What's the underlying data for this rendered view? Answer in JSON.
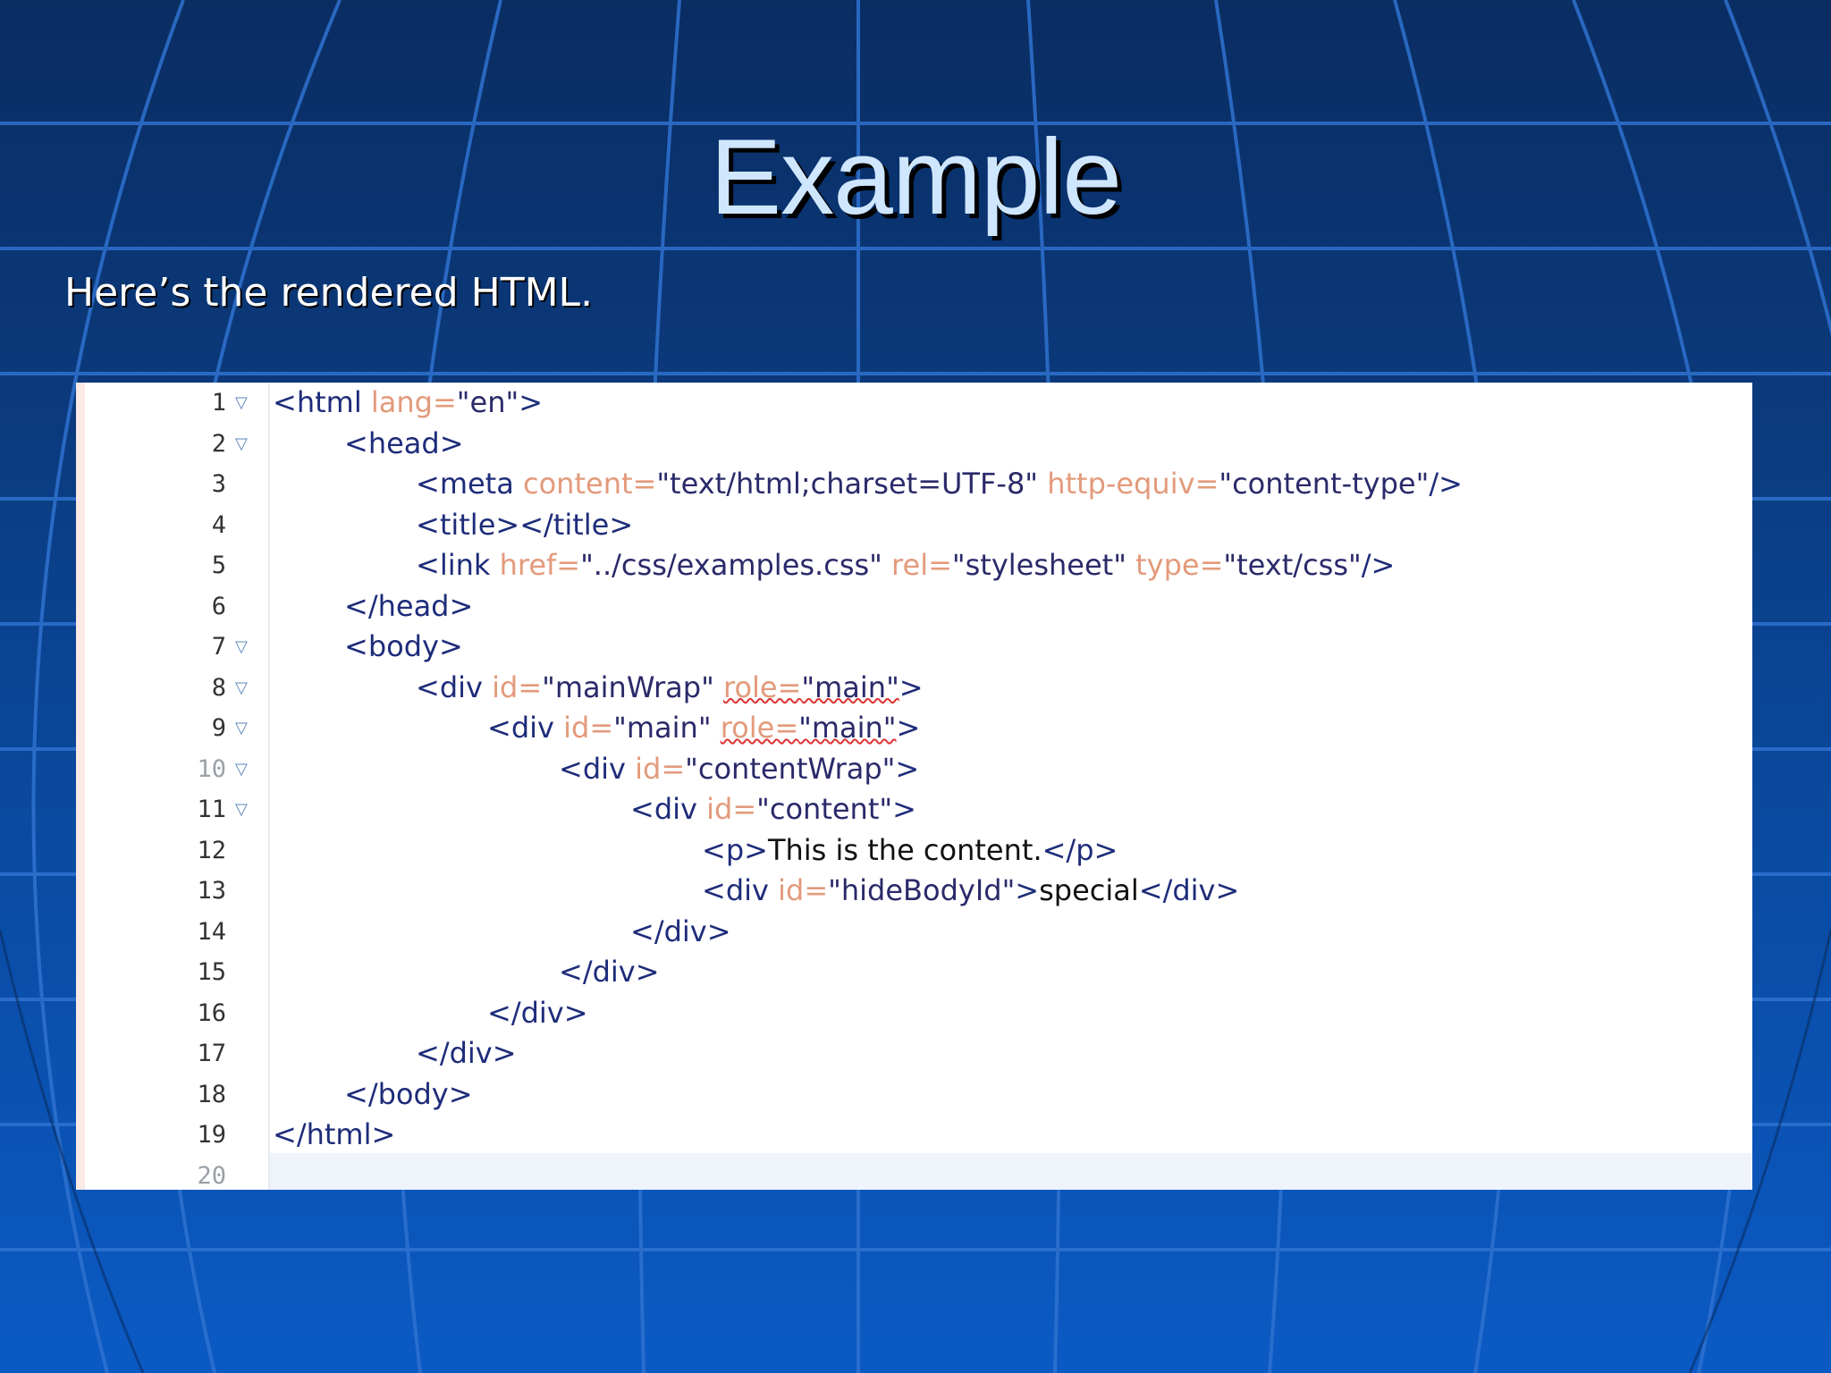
{
  "slide": {
    "title": "Example",
    "subtitle": "Here’s the rendered HTML."
  },
  "code_editor": {
    "lines": [
      {
        "number": "1",
        "indent": 0,
        "foldable": true,
        "tokens": [
          {
            "t": "tag",
            "v": "<html "
          },
          {
            "t": "attr",
            "v": "lang="
          },
          {
            "t": "val",
            "v": "\"en\""
          },
          {
            "t": "tag",
            "v": ">"
          }
        ]
      },
      {
        "number": "2",
        "indent": 1,
        "foldable": true,
        "tokens": [
          {
            "t": "tag",
            "v": "<head>"
          }
        ]
      },
      {
        "number": "3",
        "indent": 2,
        "foldable": false,
        "tokens": [
          {
            "t": "tag",
            "v": "<meta "
          },
          {
            "t": "attr",
            "v": "content="
          },
          {
            "t": "val",
            "v": "\"text/html;charset=UTF-8\" "
          },
          {
            "t": "attr",
            "v": "http-equiv="
          },
          {
            "t": "val",
            "v": "\"content-type\""
          },
          {
            "t": "tag",
            "v": "/>"
          }
        ]
      },
      {
        "number": "4",
        "indent": 2,
        "foldable": false,
        "tokens": [
          {
            "t": "tag",
            "v": "<title></title>"
          }
        ]
      },
      {
        "number": "5",
        "indent": 2,
        "foldable": false,
        "tokens": [
          {
            "t": "tag",
            "v": "<link "
          },
          {
            "t": "attr",
            "v": "href="
          },
          {
            "t": "val",
            "v": "\"../css/examples.css\" "
          },
          {
            "t": "attr",
            "v": "rel="
          },
          {
            "t": "val",
            "v": "\"stylesheet\" "
          },
          {
            "t": "attr",
            "v": "type="
          },
          {
            "t": "val",
            "v": "\"text/css\""
          },
          {
            "t": "tag",
            "v": "/>"
          }
        ]
      },
      {
        "number": "6",
        "indent": 1,
        "foldable": false,
        "tokens": [
          {
            "t": "tag",
            "v": "</head>"
          }
        ]
      },
      {
        "number": "7",
        "indent": 1,
        "foldable": true,
        "tokens": [
          {
            "t": "tag",
            "v": "<body>"
          }
        ]
      },
      {
        "number": "8",
        "indent": 2,
        "foldable": true,
        "tokens": [
          {
            "t": "tag",
            "v": "<div "
          },
          {
            "t": "attr",
            "v": "id="
          },
          {
            "t": "val",
            "v": "\"mainWrap\" "
          },
          {
            "t": "attrwarn",
            "v": "role="
          },
          {
            "t": "valwarn",
            "v": "\"main\""
          },
          {
            "t": "tag",
            "v": ">"
          }
        ]
      },
      {
        "number": "9",
        "indent": 3,
        "foldable": true,
        "tokens": [
          {
            "t": "tag",
            "v": "<div "
          },
          {
            "t": "attr",
            "v": "id="
          },
          {
            "t": "val",
            "v": "\"main\" "
          },
          {
            "t": "attrwarn",
            "v": "role="
          },
          {
            "t": "valwarn",
            "v": "\"main\""
          },
          {
            "t": "tag",
            "v": ">"
          }
        ]
      },
      {
        "number": "10",
        "indent": 4,
        "foldable": true,
        "faded": true,
        "tokens": [
          {
            "t": "tag",
            "v": "<div "
          },
          {
            "t": "attr",
            "v": "id="
          },
          {
            "t": "val",
            "v": "\"contentWrap\""
          },
          {
            "t": "tag",
            "v": ">"
          }
        ]
      },
      {
        "number": "11",
        "indent": 5,
        "foldable": true,
        "tokens": [
          {
            "t": "tag",
            "v": "<div "
          },
          {
            "t": "attr",
            "v": "id="
          },
          {
            "t": "val",
            "v": "\"content\""
          },
          {
            "t": "tag",
            "v": ">"
          }
        ]
      },
      {
        "number": "12",
        "indent": 6,
        "foldable": false,
        "tokens": [
          {
            "t": "tag",
            "v": "<p>"
          },
          {
            "t": "text",
            "v": "This is the content."
          },
          {
            "t": "tag",
            "v": "</p>"
          }
        ]
      },
      {
        "number": "13",
        "indent": 6,
        "foldable": false,
        "tokens": [
          {
            "t": "tag",
            "v": "<div "
          },
          {
            "t": "attr",
            "v": "id="
          },
          {
            "t": "val",
            "v": "\"hideBodyId\""
          },
          {
            "t": "tag",
            "v": ">"
          },
          {
            "t": "text",
            "v": "special"
          },
          {
            "t": "tag",
            "v": "</div>"
          }
        ]
      },
      {
        "number": "14",
        "indent": 5,
        "foldable": false,
        "tokens": [
          {
            "t": "tag",
            "v": "</div>"
          }
        ]
      },
      {
        "number": "15",
        "indent": 4,
        "foldable": false,
        "tokens": [
          {
            "t": "tag",
            "v": "</div>"
          }
        ]
      },
      {
        "number": "16",
        "indent": 3,
        "foldable": false,
        "tokens": [
          {
            "t": "tag",
            "v": "</div>"
          }
        ]
      },
      {
        "number": "17",
        "indent": 2,
        "foldable": false,
        "tokens": [
          {
            "t": "tag",
            "v": "</div>"
          }
        ]
      },
      {
        "number": "18",
        "indent": 1,
        "foldable": false,
        "tokens": [
          {
            "t": "tag",
            "v": "</body>"
          }
        ]
      },
      {
        "number": "19",
        "indent": 0,
        "foldable": false,
        "tokens": [
          {
            "t": "tag",
            "v": "</html>"
          }
        ]
      },
      {
        "number": "20",
        "indent": 0,
        "foldable": false,
        "faded": true,
        "tokens": []
      }
    ]
  },
  "icons": {
    "fold": "fold-triangle-icon"
  },
  "colors": {
    "tag": "#1e2c7a",
    "attribute": "#e39a7b",
    "value": "#2a2a6a",
    "text": "#111111",
    "title": "#cfe6ff"
  }
}
